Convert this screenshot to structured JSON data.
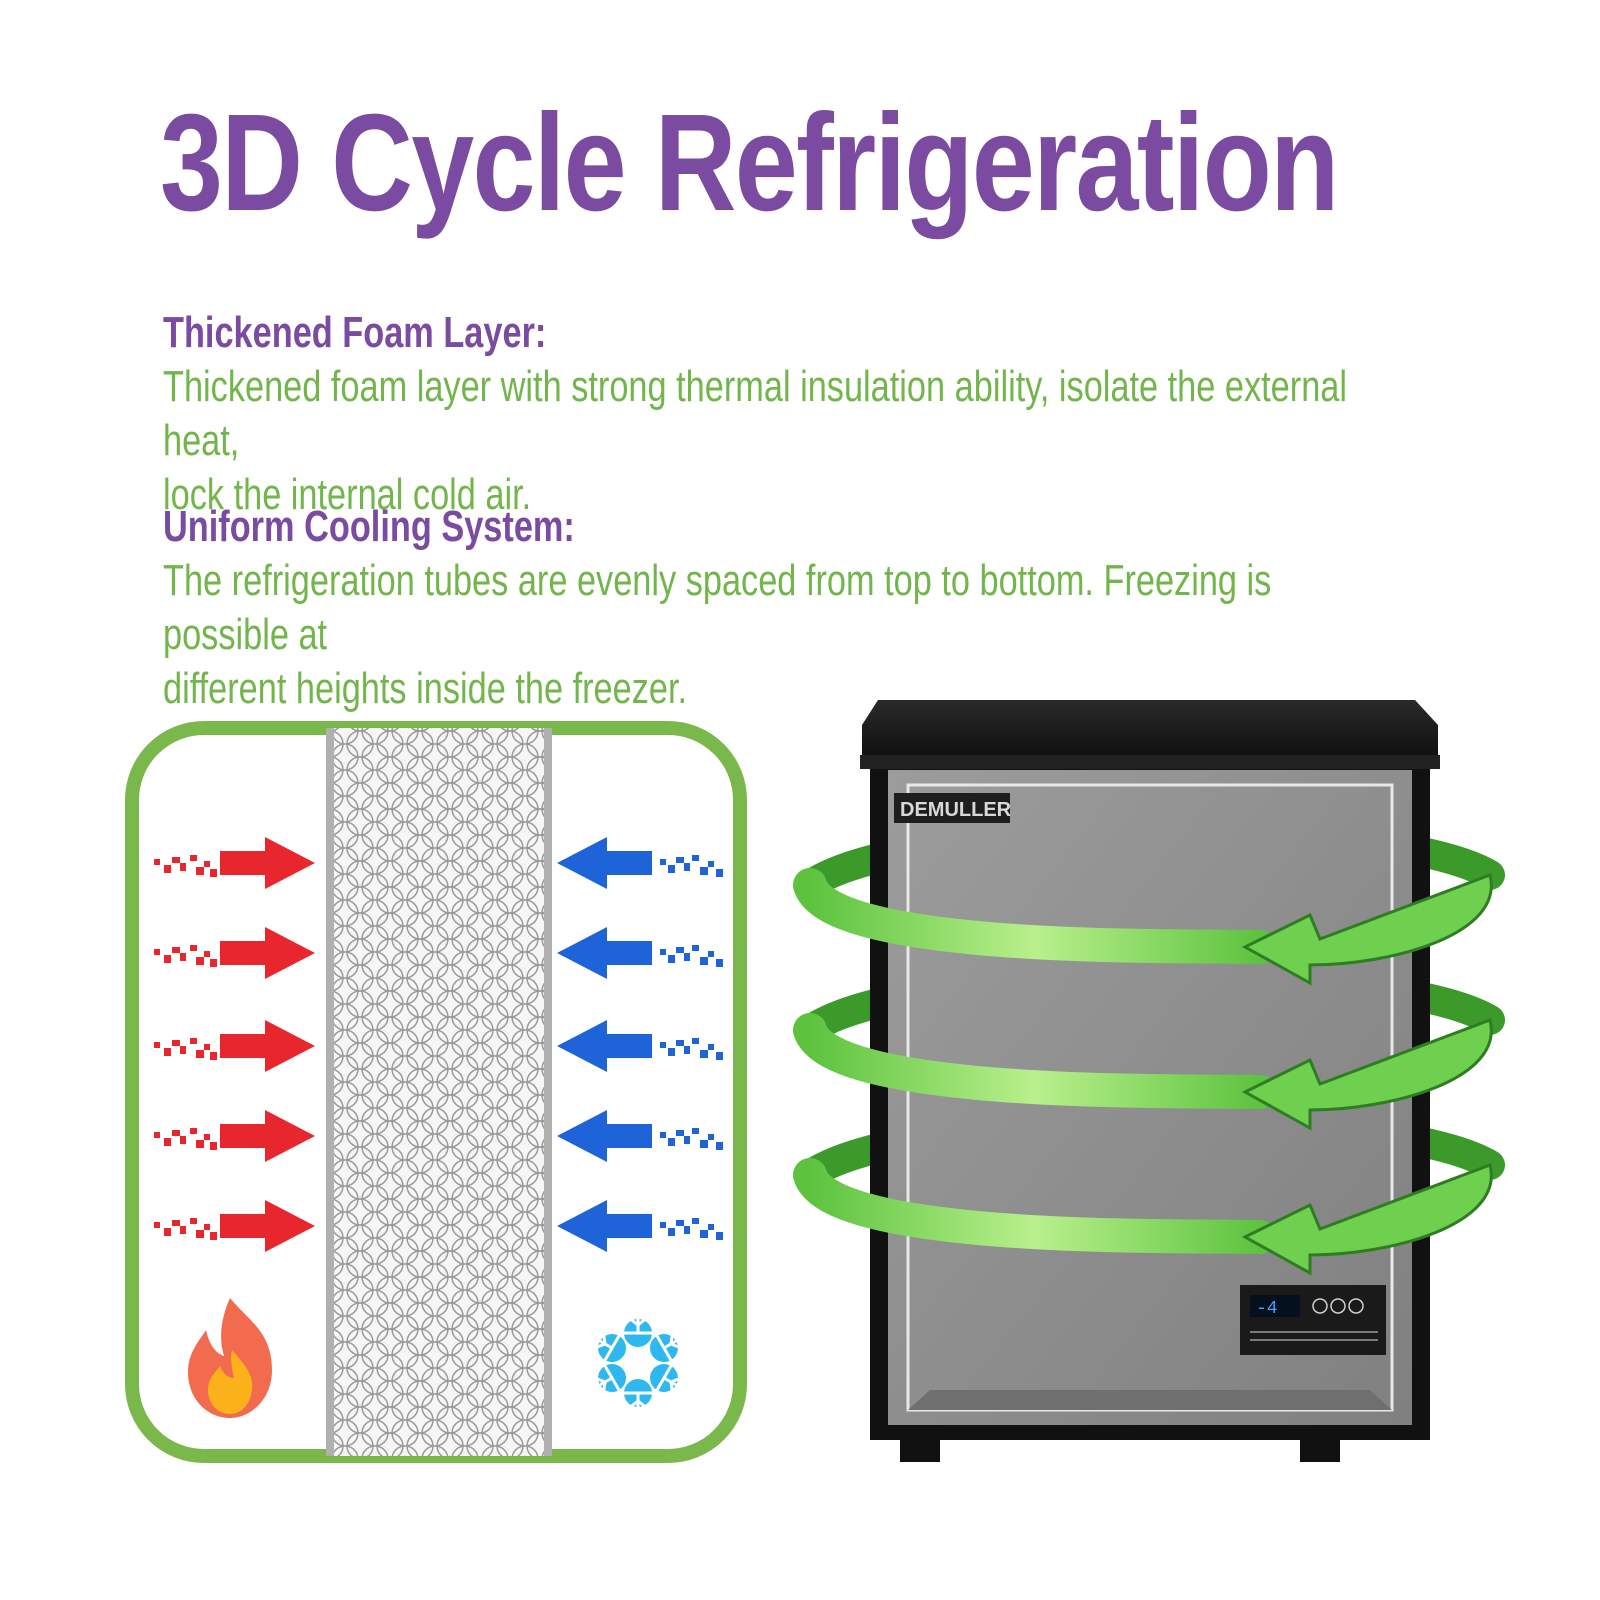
{
  "title": "3D Cycle Refrigeration",
  "sections": [
    {
      "heading": "Thickened Foam Layer:",
      "lines": [
        "Thickened foam layer with strong thermal insulation ability, isolate the external heat,",
        "lock the internal cold air."
      ]
    },
    {
      "heading": "Uniform Cooling System:",
      "lines": [
        "The refrigeration tubes are evenly spaced from top to bottom. Freezing is possible at",
        "different heights inside the freezer."
      ]
    }
  ],
  "freezer": {
    "brand": "DEMULLER",
    "display_readout": "-4"
  },
  "icons": {
    "heat": "flame-icon",
    "cold": "snowflake-icon",
    "heat_arrow": "red-arrow-right-icon",
    "cold_arrow": "blue-arrow-left-icon"
  },
  "colors": {
    "title": "#7a4ba0",
    "body": "#72b54a",
    "panel_border": "#7bb84b",
    "heat": "#e8262d",
    "cold": "#1f63d8",
    "airflow": "#6fd04f"
  }
}
